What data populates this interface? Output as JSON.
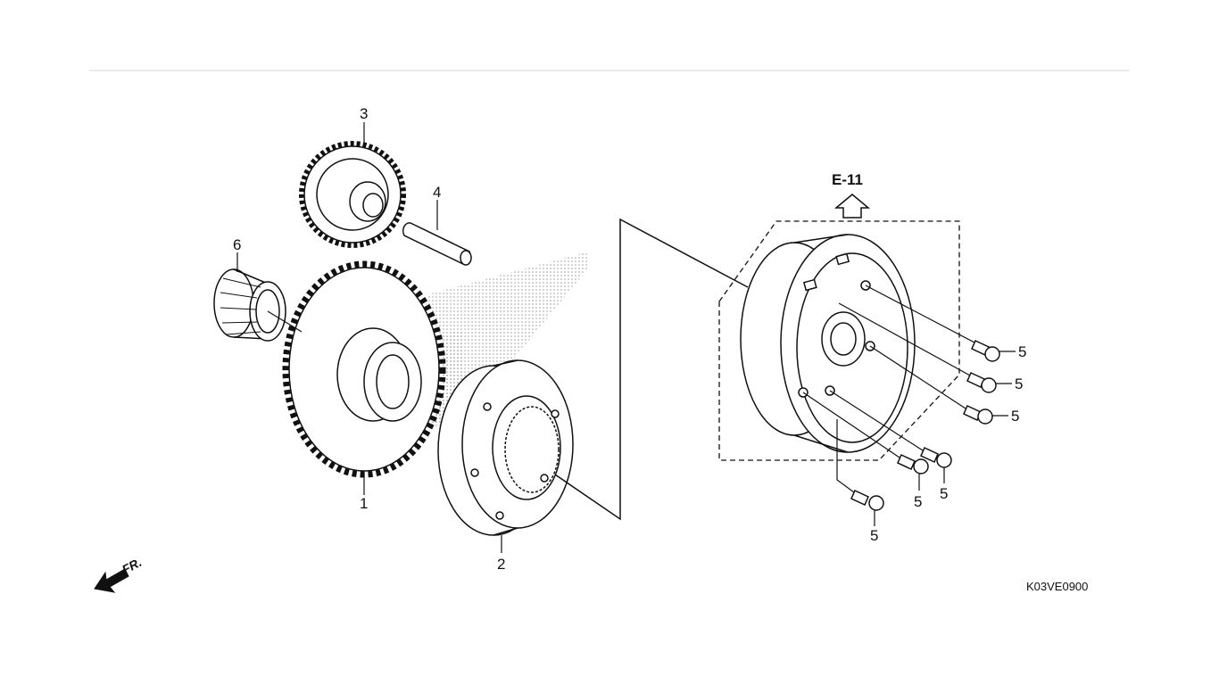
{
  "reference": {
    "label": "E-11"
  },
  "direction": {
    "label": "FR."
  },
  "drawing_code": "K03VE0900",
  "callouts": {
    "gear_large": "1",
    "starter_clutch": "2",
    "idle_gear": "3",
    "shaft": "4",
    "bolt_a": "5",
    "bolt_b": "5",
    "bolt_c": "5",
    "bolt_d": "5",
    "bolt_e": "5",
    "bolt_f": "5",
    "needle_bearing": "6"
  },
  "colors": {
    "line": "#111111",
    "hatch": "#9a9a9a",
    "rule": "#d8d8d8"
  }
}
